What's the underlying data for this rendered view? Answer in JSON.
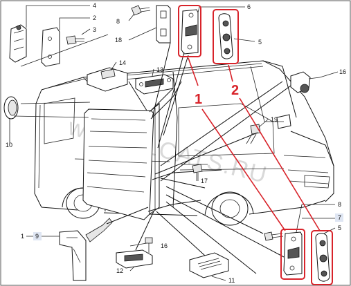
{
  "watermark": "www.ELCATS.RU",
  "callouts": {
    "c1": "1",
    "c2": "2",
    "c3": "3",
    "c4": "4",
    "c5a": "5",
    "c5b": "5",
    "c6": "6",
    "c7": "7",
    "c8a": "8",
    "c8b": "8",
    "c9": "9",
    "c10": "10",
    "c11": "11",
    "c12": "12",
    "c13": "13",
    "c14": "14",
    "c16a": "16",
    "c16b": "16",
    "c17": "17",
    "c18": "18",
    "c19": "19"
  },
  "highlights": {
    "label1": "1",
    "label2": "2"
  },
  "colors": {
    "highlight_red": "#d8232a",
    "selected_label_bg": "#dfe6f3",
    "line": "#111111"
  }
}
